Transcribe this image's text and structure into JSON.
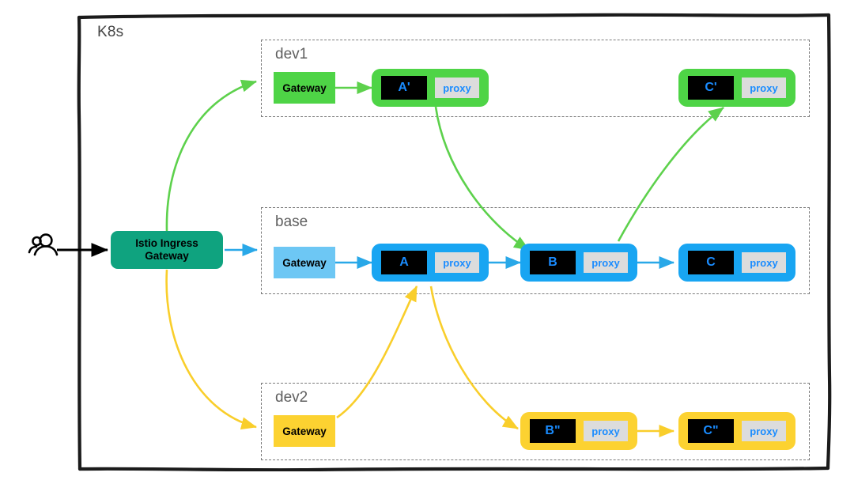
{
  "diagram": {
    "cluster_label": "K8s",
    "actor_icon": "users-icon",
    "ingress": {
      "line1": "Istio Ingress",
      "line2": "Gateway",
      "color": "#0FA37F"
    },
    "namespaces": [
      {
        "id": "dev1",
        "label": "dev1",
        "color": "#4ED446",
        "gateway_label": "Gateway",
        "pods": [
          {
            "app": "A'",
            "proxy": "proxy"
          },
          {
            "app": "C'",
            "proxy": "proxy"
          }
        ]
      },
      {
        "id": "base",
        "label": "base",
        "color": "#18A5F2",
        "gateway_color": "#6DC7F4",
        "gateway_label": "Gateway",
        "pods": [
          {
            "app": "A",
            "proxy": "proxy"
          },
          {
            "app": "B",
            "proxy": "proxy"
          },
          {
            "app": "C",
            "proxy": "proxy"
          }
        ]
      },
      {
        "id": "dev2",
        "label": "dev2",
        "color": "#FCD231",
        "gateway_label": "Gateway",
        "pods": [
          {
            "app": "B\"",
            "proxy": "proxy"
          },
          {
            "app": "C\"",
            "proxy": "proxy"
          }
        ]
      }
    ],
    "colors": {
      "green": "#4ED446",
      "green_arrow": "#5DD14C",
      "blue": "#18A5F2",
      "blue_light": "#6DC7F4",
      "yellow": "#FCD231",
      "teal": "#0FA37F",
      "proxy_bg": "#DCDCDC",
      "app_bg": "#000000",
      "app_text": "#1A8CFF",
      "dashed_border": "#7a7a7a",
      "cluster_border": "#1b1b1b"
    }
  }
}
